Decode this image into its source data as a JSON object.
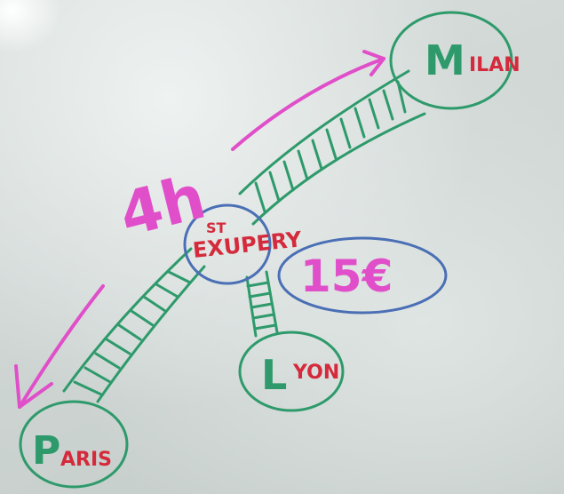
{
  "whiteboard": {
    "travel_time": "4h",
    "stations": {
      "paris": {
        "initial": "P",
        "rest": "ARIS"
      },
      "milan": {
        "initial": "M",
        "rest": "ILAN"
      },
      "lyon": {
        "initial": "L",
        "rest": "YON"
      },
      "st_exupery": {
        "line1": "ST",
        "line2": "EXUPERY"
      }
    },
    "price": "15€"
  },
  "colors": {
    "track_green": "#2e9a6b",
    "station_blue": "#4a6fb5",
    "label_red": "#d42a3c",
    "arrow_magenta": "#e04fc9"
  }
}
